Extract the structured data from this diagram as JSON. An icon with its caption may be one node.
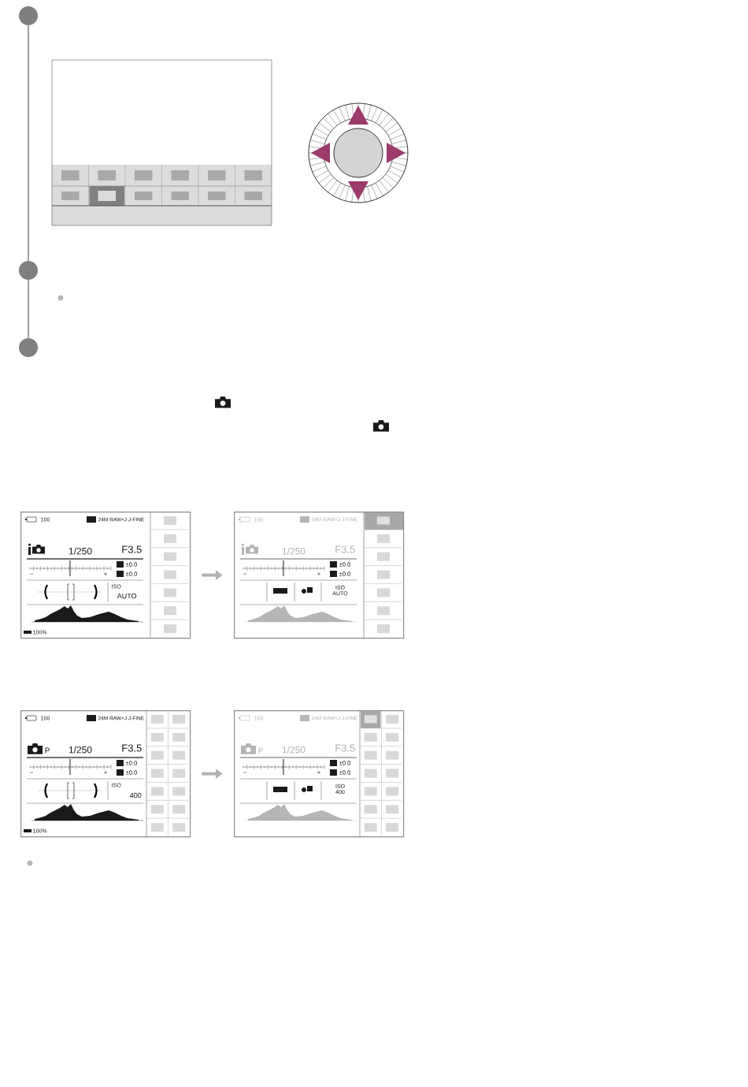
{
  "diagram": {
    "nodes": [
      {
        "text": [],
        "shape": "circle"
      },
      {
        "text": [],
        "shape": "circle"
      },
      {
        "text": [],
        "shape": "circle"
      },
      {
        "text": [
          "100",
          "24M RAW+J J-FINE",
          "1/250",
          "F3.5",
          "±0.0",
          "±0.0",
          "ISO",
          "AUTO",
          "100%"
        ]
      },
      {
        "text": [
          "100",
          "24M RAW+J J-FINE",
          "1/250",
          "F3.5",
          "±0.0",
          "±0.0",
          "ISO AUTO"
        ]
      },
      {
        "text": [
          "100",
          "24M RAW+J J-FINE",
          "P",
          "1/250",
          "F3.5",
          "±0.0",
          "±0.0",
          "ISO",
          "400",
          "100%"
        ]
      },
      {
        "text": [
          "100",
          "24M RAW+J J-FINE",
          "P",
          "1/250",
          "F3.5",
          "±0.0",
          "±0.0",
          "ISO 400"
        ]
      }
    ],
    "edges": [
      {
        "from": 0,
        "to": 1,
        "arrow": "none"
      },
      {
        "from": 1,
        "to": 2,
        "arrow": "none"
      },
      {
        "from": 3,
        "to": 4,
        "arrow": "to",
        "style": "thick",
        "color": "#b3b3b3"
      },
      {
        "from": 5,
        "to": 6,
        "arrow": "to",
        "style": "thick",
        "color": "#b3b3b3"
      }
    ]
  }
}
